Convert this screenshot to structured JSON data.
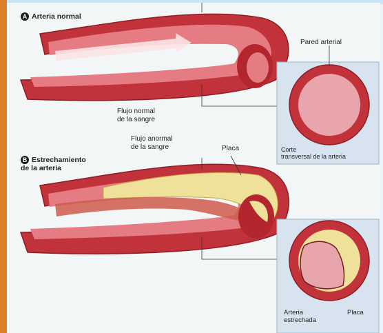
{
  "sections": {
    "a": {
      "badge": "A",
      "title": "Arteria normal"
    },
    "b": {
      "badge": "B",
      "title": "Estrechamiento\nde la arteria"
    }
  },
  "labels": {
    "pared_arterial": "Pared arterial",
    "flujo_normal": "Flujo normal\nde la sangre",
    "corte_transversal": "Corte\ntransversal de la arteria",
    "flujo_anormal": "Flujo anormal\nde la sangre",
    "placa_top": "Placa",
    "arteria_estrechada": "Arteria\nestrechada",
    "placa_bottom": "Placa"
  },
  "colors": {
    "artery_outer": "#c2323a",
    "artery_inner": "#e06a72",
    "lumen": "#f2b7bd",
    "plaque": "#efe09a",
    "inset_bg": "#d7e4ef"
  }
}
